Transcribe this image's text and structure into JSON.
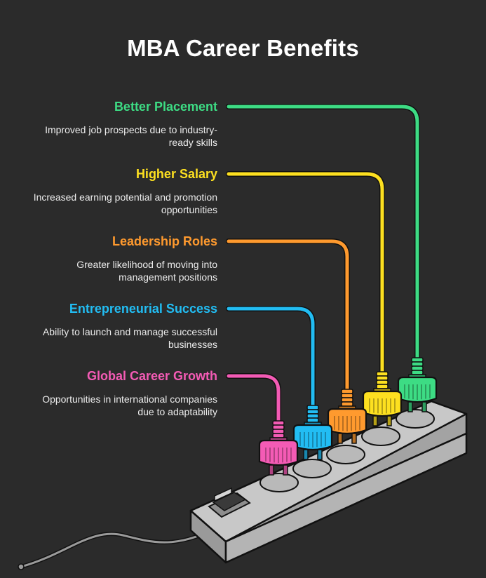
{
  "title": "MBA Career Benefits",
  "items": [
    {
      "heading": "Better Placement",
      "desc_lines": [
        "Improved job prospects due to industry-",
        "ready skills"
      ],
      "color": "#3ddc84"
    },
    {
      "heading": "Higher Salary",
      "desc_lines": [
        "Increased earning potential and promotion",
        "opportunities"
      ],
      "color": "#fde020"
    },
    {
      "heading": "Leadership Roles",
      "desc_lines": [
        "Greater likelihood of moving into",
        "management positions"
      ],
      "color": "#ff9a2e"
    },
    {
      "heading": "Entrepreneurial Success",
      "desc_lines": [
        "Ability to launch and manage successful",
        "businesses"
      ],
      "color": "#22bdf3"
    },
    {
      "heading": "Global Career Growth",
      "desc_lines": [
        "Opportunities in international companies",
        "due to adaptability"
      ],
      "color": "#f45bb5"
    }
  ],
  "colors": {
    "background": "#2b2b2b",
    "strip_fill": "#c8c8c8",
    "outline": "#111111"
  },
  "icons": [
    "power-strip-icon",
    "plug-icon",
    "power-switch-icon",
    "power-cord-icon"
  ]
}
